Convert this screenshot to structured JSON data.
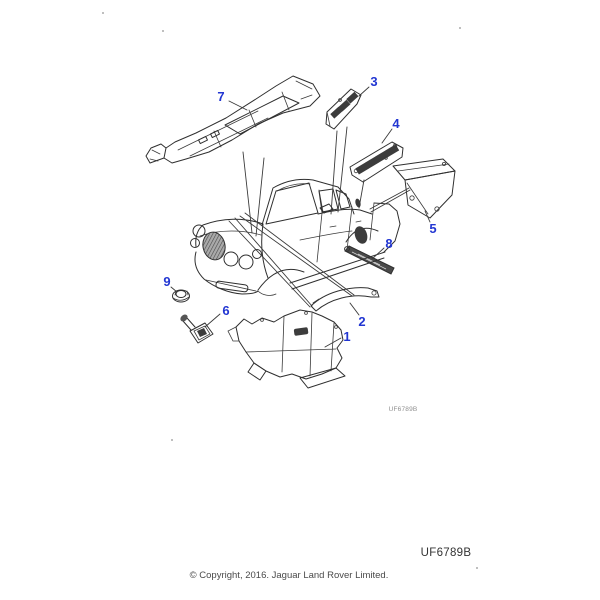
{
  "page": {
    "background_color": "#ffffff"
  },
  "diagram": {
    "accent_color": "#2236d2",
    "line_color": "#2f2f2f",
    "small_code": "UF6789B",
    "callouts": [
      {
        "number": "1"
      },
      {
        "number": "2"
      },
      {
        "number": "3"
      },
      {
        "number": "4"
      },
      {
        "number": "5"
      },
      {
        "number": "6"
      },
      {
        "number": "7"
      },
      {
        "number": "8"
      },
      {
        "number": "9"
      }
    ]
  },
  "footer": {
    "code": "UF6789B",
    "copyright": "© Copyright, 2016. Jaguar Land Rover Limited."
  }
}
